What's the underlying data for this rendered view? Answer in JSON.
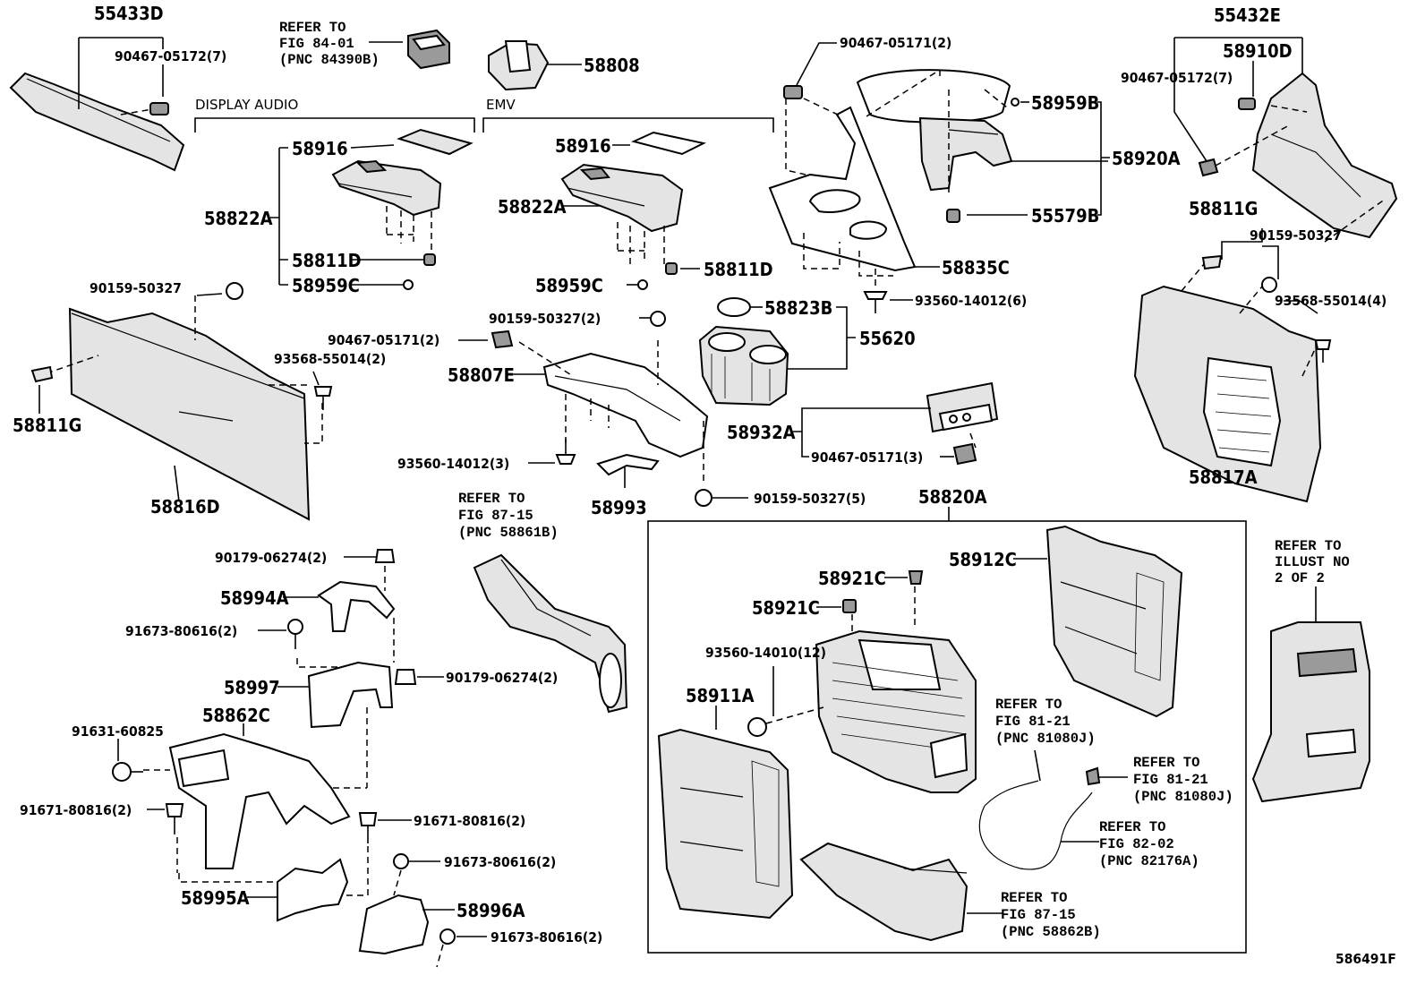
{
  "labels": {
    "p55433D": "55433D",
    "p90467_05172_7_l": "90467-05172(7)",
    "ref_fig8401_a": "REFER TO",
    "ref_fig8401_b": "FIG 84-01",
    "ref_fig8401_c": "(PNC 84390B)",
    "p58808": "58808",
    "display_audio": "DISPLAY AUDIO",
    "emv": "EMV",
    "p58916_l": "58916",
    "p58822A_l": "58822A",
    "p58811D_l": "58811D",
    "p58959C_l": "58959C",
    "p58916_m": "58916",
    "p58822A_m": "58822A",
    "p58959C_m": "58959C",
    "p58811D_m": "58811D",
    "p90467_05171_2_t": "90467-05171(2)",
    "p58959B": "58959B",
    "p58920A": "58920A",
    "p55579B": "55579B",
    "p58835C": "58835C",
    "p93560_14012_6": "93560-14012(6)",
    "p55432E": "55432E",
    "p58910D": "58910D",
    "p90467_05172_7_r": "90467-05172(7)",
    "p58811G_r": "58811G",
    "p90159_50327_r": "90159-50327",
    "p93568_55014_4": "93568-55014(4)",
    "p58817A": "58817A",
    "p90159_50327_l": "90159-50327",
    "p93568_55014_2": "93568-55014(2)",
    "p58811G_l": "58811G",
    "p58816D": "58816D",
    "p90159_50327_2": "90159-50327(2)",
    "p90467_05171_2_m": "90467-05171(2)",
    "p58807E": "58807E",
    "p93560_14012_3": "93560-14012(3)",
    "p58993": "58993",
    "p90159_50327_5": "90159-50327(5)",
    "p58823B": "58823B",
    "p55620": "55620",
    "p58932A": "58932A",
    "p90467_05171_3": "90467-05171(3)",
    "ref_fig8715a_a": "REFER TO",
    "ref_fig8715a_b": "FIG 87-15",
    "ref_fig8715a_c": "(PNC 58861B)",
    "p58820A": "58820A",
    "p90179_06274_2_a": "90179-06274(2)",
    "p58994A": "58994A",
    "p91673_80616_2_a": "91673-80616(2)",
    "p58997": "58997",
    "p90179_06274_2_b": "90179-06274(2)",
    "p58862C": "58862C",
    "p91631_60825": "91631-60825",
    "p91671_80816_2_l": "91671-80816(2)",
    "p91671_80816_2_r": "91671-80816(2)",
    "p91673_80616_2_b": "91673-80616(2)",
    "p58995A": "58995A",
    "p58996A": "58996A",
    "p91673_80616_2_c": "91673-80616(2)",
    "p58921C_a": "58921C",
    "p58921C_b": "58921C",
    "p58912C": "58912C",
    "p93560_14010_12": "93560-14010(12)",
    "p58911A": "58911A",
    "ref_fig8121a_a": "REFER TO",
    "ref_fig8121a_b": "FIG 81-21",
    "ref_fig8121a_c": "(PNC 81080J)",
    "ref_fig8121b_a": "REFER TO",
    "ref_fig8121b_b": "FIG 81-21",
    "ref_fig8121b_c": "(PNC 81080J)",
    "ref_fig8202_a": "REFER TO",
    "ref_fig8202_b": "FIG 82-02",
    "ref_fig8202_c": "(PNC 82176A)",
    "ref_fig8715b_a": "REFER TO",
    "ref_fig8715b_b": "FIG 87-15",
    "ref_fig8715b_c": "(PNC 58862B)",
    "ref_illust_a": "REFER TO",
    "ref_illust_b": "ILLUST NO",
    "ref_illust_c": "2 OF 2",
    "fig_code": "586491F"
  }
}
